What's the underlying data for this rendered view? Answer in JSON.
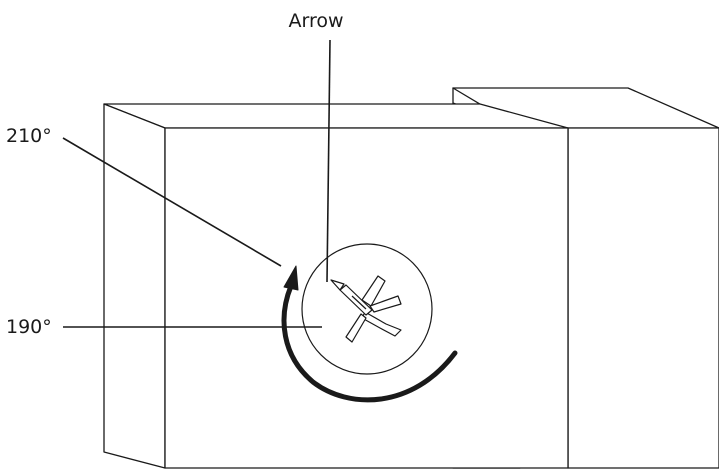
{
  "labels": {
    "arrow": "Arrow",
    "angle_upper": "210°",
    "angle_lower": "190°"
  },
  "colors": {
    "line": "#1a1a1a",
    "background": "#ffffff"
  }
}
